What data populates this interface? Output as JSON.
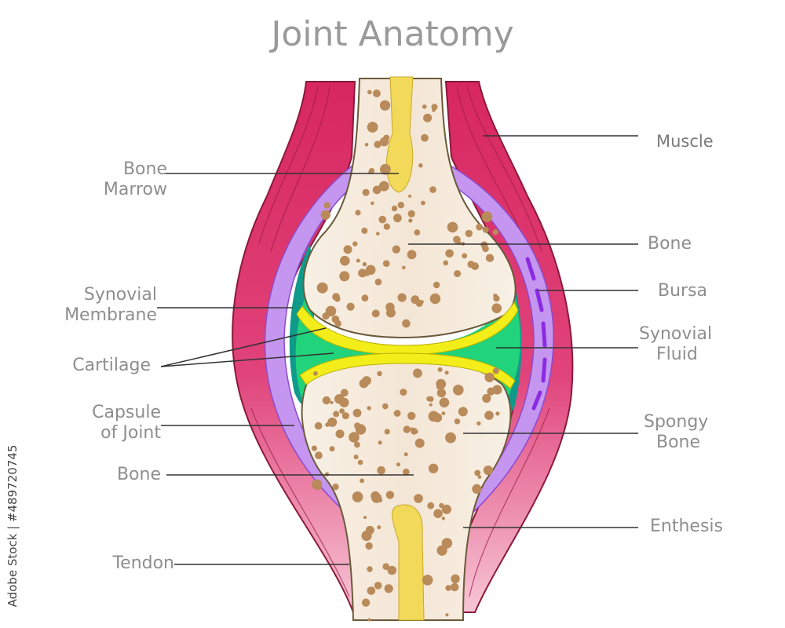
{
  "title": "Joint Anatomy",
  "labels": {
    "muscle": "Muscle",
    "bone_marrow": [
      "Bone",
      "Marrow"
    ],
    "bone_top": "Bone",
    "bursa": "Bursa",
    "synovial_membrane": [
      "Synovial",
      "Membrane"
    ],
    "synovial_fluid": [
      "Synovial",
      "Fluid"
    ],
    "cartilage": "Cartilage",
    "capsule": [
      "Capsule",
      "of Joint"
    ],
    "spongy_bone": [
      "Spongy",
      "Bone"
    ],
    "bone_bottom": "Bone",
    "enthesis": "Enthesis",
    "tendon": "Tendon"
  },
  "stock_id": "Adobe Stock | #489720745",
  "colors": {
    "muscle": "#d9336a",
    "capsule": "#c596f0",
    "synovial_membrane": "#0f9a8a",
    "synovial_fluid": "#21d37a",
    "cartilage": "#f3ee1a",
    "bone": "#f6ece0",
    "spongy_dots": "#b98a5a",
    "marrow": "#f2d95a",
    "bursa": "#8a2be2"
  }
}
